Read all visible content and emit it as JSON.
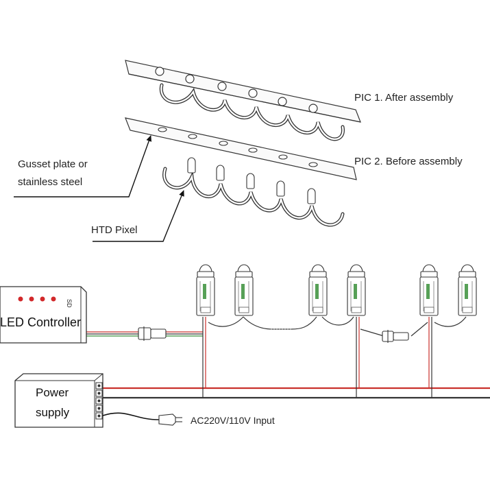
{
  "labels": {
    "pic1": "PIC 1. After assembly",
    "pic2": "PIC 2. Before assembly",
    "gusset_line1": "Gusset plate or",
    "gusset_line2": "stainless steel",
    "htd_pixel": "HTD Pixel",
    "led_controller": "LED Controller",
    "sd": "SD",
    "power_line1": "Power",
    "power_line2": "supply",
    "ac_input": "AC220V/110V Input"
  },
  "colors": {
    "wire_red": "#c9302c",
    "wire_dark": "#333333",
    "controller_dots": "#d2282a",
    "pixel_green": "#3a8f3a"
  },
  "icons": [
    "led-pixel-icon",
    "connector-plug-icon",
    "ac-plug-icon",
    "arrow-icon"
  ]
}
